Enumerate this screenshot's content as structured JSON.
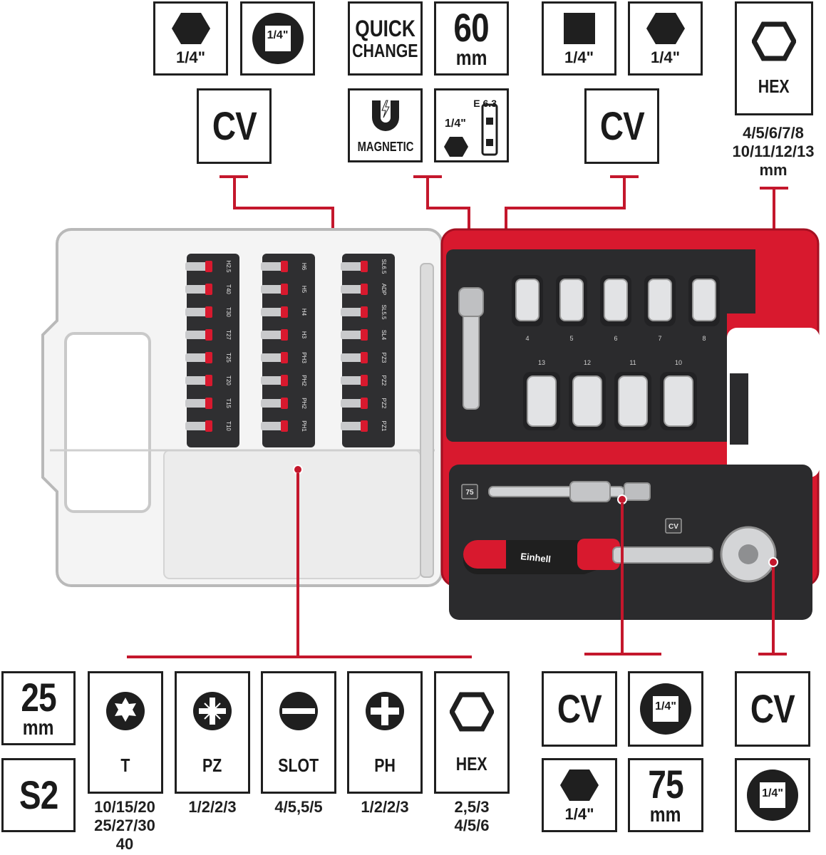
{
  "top_row": {
    "hex_bit_holder_size": "1/4\"",
    "square_drive_size": "1/4\"",
    "quick_change": [
      "QUICK",
      "CHANGE"
    ],
    "length_60": "60",
    "length_60_unit": "mm",
    "square_size_right": "1/4\"",
    "hex_size_right": "1/4\"",
    "hex_label": "HEX",
    "cv_left": "CV",
    "magnetic": "MAGNETIC",
    "e63": "E 6.3",
    "e63_size": "1/4\"",
    "cv_right": "CV",
    "hex_sizes_line1": "4/5/6/7/8",
    "hex_sizes_line2": "10/11/12/13",
    "hex_sizes_unit": "mm"
  },
  "bottom_row": {
    "length_25": "25",
    "length_25_unit": "mm",
    "s2": "S2",
    "torx_label": "T",
    "pz_label": "PZ",
    "slot_label": "SLOT",
    "ph_label": "PH",
    "hex_label": "HEX",
    "torx_sizes": [
      "10/15/20",
      "25/27/30",
      "40"
    ],
    "pz_sizes": "1/2/2/3",
    "slot_sizes": "4/5,5/5",
    "ph_sizes": "1/2/2/3",
    "hex_sizes": [
      "2,5/3",
      "4/5/6"
    ],
    "cv_ratchet": "CV",
    "square_ratchet": "1/4\"",
    "hex_ratchet": "1/4\"",
    "length_75": "75",
    "length_75_unit": "mm",
    "cv_adapter": "CV",
    "square_adapter": "1/4\""
  },
  "case": {
    "brand": "Einhell",
    "bit_strip_1": [
      "H2.5",
      "T40",
      "T30",
      "T27",
      "T25",
      "T20",
      "T15",
      "T10"
    ],
    "bit_strip_2": [
      "H6",
      "H5",
      "H4",
      "H3",
      "PH3",
      "PH2",
      "PH2",
      "PH1"
    ],
    "bit_strip_3": [
      "SL6.5",
      "ADP",
      "SL5.5",
      "SL4",
      "PZ3",
      "PZ2",
      "PZ2",
      "PZ1"
    ],
    "socket_top_sizes": [
      "4",
      "5",
      "6",
      "7",
      "8"
    ],
    "socket_bottom_sizes": [
      "13",
      "12",
      "11",
      "10"
    ],
    "ext_badge": "75",
    "cv_badge": "CV"
  },
  "colors": {
    "accent_red": "#c4172c",
    "case_red": "#d8192e",
    "foam": "#2b2b2d",
    "ink": "#1f1f1f"
  }
}
